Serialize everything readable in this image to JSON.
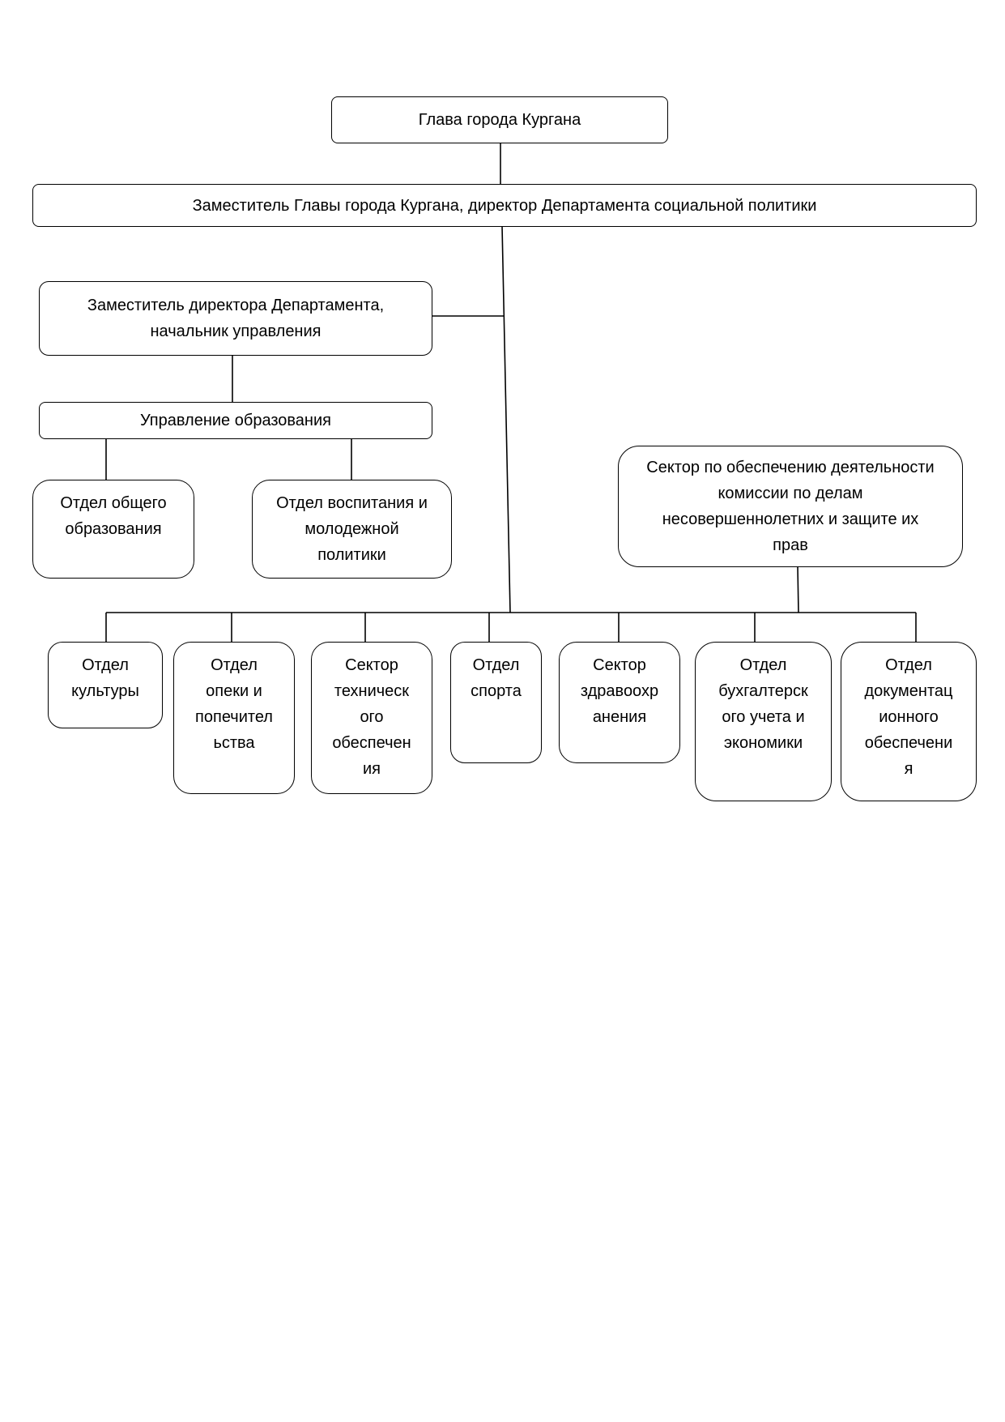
{
  "org_chart": {
    "head": "Глава города Кургана",
    "deputy_head": "Заместитель Главы города Кургана, директор Департамента социальной политики",
    "deputy_director": "Заместитель директора Департамента,\nначальник управления",
    "education_administration": "Управление образования",
    "general_education_department": "Отдел общего\nобразования",
    "upbringing_youth_department": "Отдел воспитания и\nмолодежной\nполитики",
    "minors_commission_sector": "Сектор по обеспечению деятельности\nкомиссии по делам\nнесовершеннолетних и защите их\nправ",
    "bottom_units": [
      "Отдел\nкультуры",
      "Отдел\nопеки и\nпопечител\nьства",
      "Сектор\nтехническ\nого\nобеспечен\nия",
      "Отдел\nспорта",
      "Сектор\nздравоохр\nанения",
      "Отдел\nбухгалтерск\nого учета и\nэкономики",
      "Отдел\nдокументац\nионного\nобеспечени\nя"
    ]
  }
}
